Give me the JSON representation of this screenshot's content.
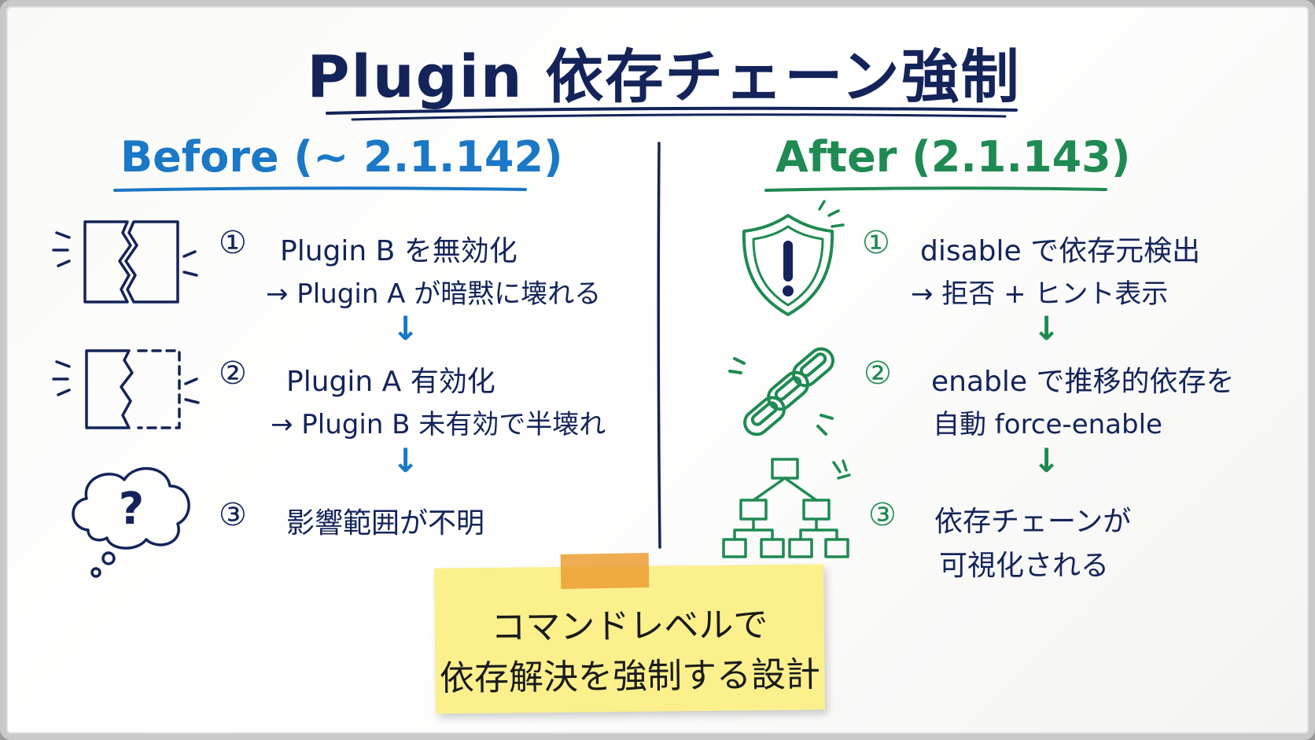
{
  "title": "Plugin 依存チェーン強制",
  "before": {
    "heading": "Before (~ 2.1.142)",
    "steps": [
      {
        "num": "①",
        "line1": "Plugin B を無効化",
        "line2": "→ Plugin A が暗黙に壊れる",
        "icon": "broken-box-icon"
      },
      {
        "num": "②",
        "line1": "Plugin A 有効化",
        "line2": "→ Plugin B 未有効で半壊れ",
        "icon": "half-broken-box-icon"
      },
      {
        "num": "③",
        "line1": "影響範囲が不明",
        "line2": "",
        "icon": "question-cloud-icon"
      }
    ],
    "arrows": [
      "↓",
      "↓"
    ]
  },
  "after": {
    "heading": "After (2.1.143)",
    "steps": [
      {
        "num": "①",
        "line1": "disable で依存元検出",
        "line2": "→ 拒否 + ヒント表示",
        "icon": "warning-shield-icon"
      },
      {
        "num": "②",
        "line1": "enable で推移的依存を",
        "line2": "自動 force-enable",
        "icon": "chain-link-icon"
      },
      {
        "num": "③",
        "line1": "依存チェーンが",
        "line2": "可視化される",
        "icon": "tree-diagram-icon"
      }
    ],
    "arrows": [
      "↓",
      "↓"
    ]
  },
  "note": {
    "line1": "コマンドレベルで",
    "line2": "依存解決を強制する設計"
  },
  "colors": {
    "navy": "#14245a",
    "before_blue": "#1a78c6",
    "after_green": "#1f8a52",
    "sticky_yellow": "#fbf08c",
    "tape_orange": "#ec9e34"
  }
}
